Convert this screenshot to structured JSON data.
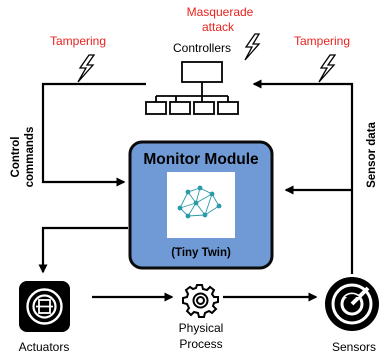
{
  "labels": {
    "attack_top_line1": "Masquerade",
    "attack_top_line2": "attack",
    "tampering_left": "Tampering",
    "tampering_right": "Tampering",
    "controllers": "Controllers",
    "control_commands_line1": "Control",
    "control_commands_line2": "commands",
    "sensor_data": "Sensor data",
    "monitor_title": "Monitor Module",
    "tiny_twin": "(Tiny Twin)",
    "actuators": "Actuators",
    "physical_line1": "Physical",
    "physical_line2": "Process",
    "sensors": "Sensors"
  },
  "colors": {
    "attack_text": "#e8231e",
    "monitor_fill": "#6f9ad6",
    "monitor_border": "#0a0a0a",
    "line": "#000000"
  },
  "icons": {
    "controllers": "hierarchy-network-icon",
    "twin": "neural-network-icon",
    "actuator": "actuator-icon",
    "process": "gear-icon",
    "sensor": "sensor-gauge-icon",
    "attack": "lightning-icon"
  }
}
